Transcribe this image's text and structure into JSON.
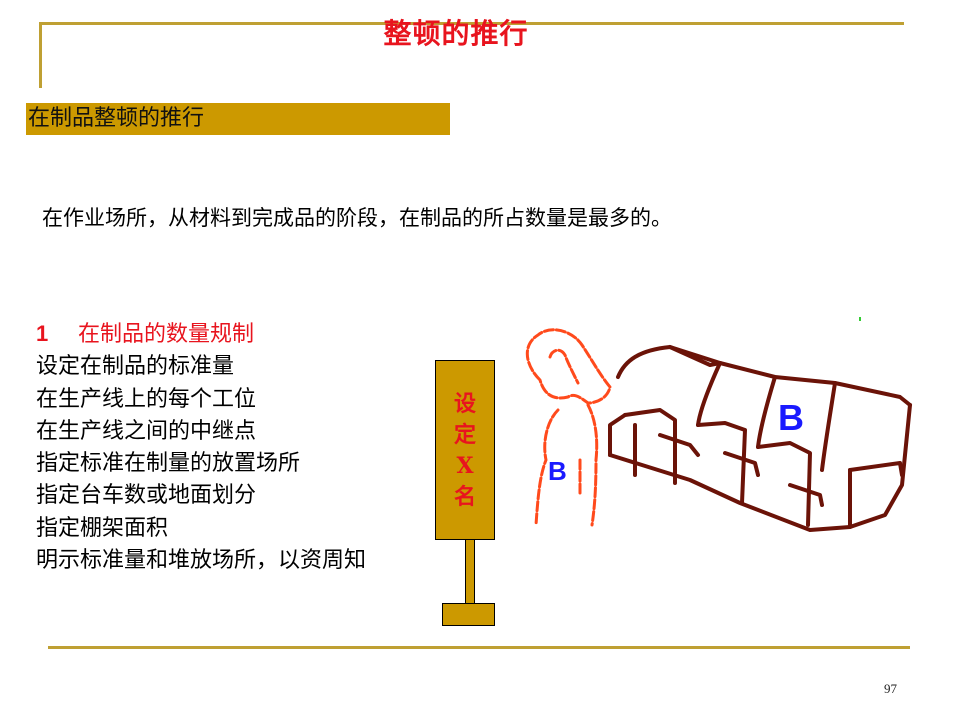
{
  "slide": {
    "title": "整顿的推行",
    "subtitle": "在制品整顿的推行",
    "intro": "在作业场所，从材料到完成品的阶段，在制品的所占数量是最多的。",
    "section": {
      "number": "1",
      "heading": "在制品的数量规制",
      "items": [
        "设定在制品的标准量",
        "在生产线上的每个工位",
        "在生产线之间的中继点",
        "指定标准在制量的放置场所",
        "指定台车数或地面划分",
        "指定棚架面积",
        "明示标准量和堆放场所，以资周知"
      ]
    },
    "signpost": {
      "chars": [
        "设",
        "定",
        "X",
        "名"
      ]
    },
    "illustration": {
      "description": "sketch of a person and a sofa, both labeled B",
      "labels": [
        "B",
        "B"
      ]
    },
    "page_number": "97"
  },
  "colors": {
    "accent_gold": "#cc9900",
    "rule_gold": "#bfa033",
    "title_red": "#e8141e",
    "sketch_red": "#ff4a1c",
    "sketch_brown": "#6b1308",
    "label_blue": "#1a1aff"
  }
}
